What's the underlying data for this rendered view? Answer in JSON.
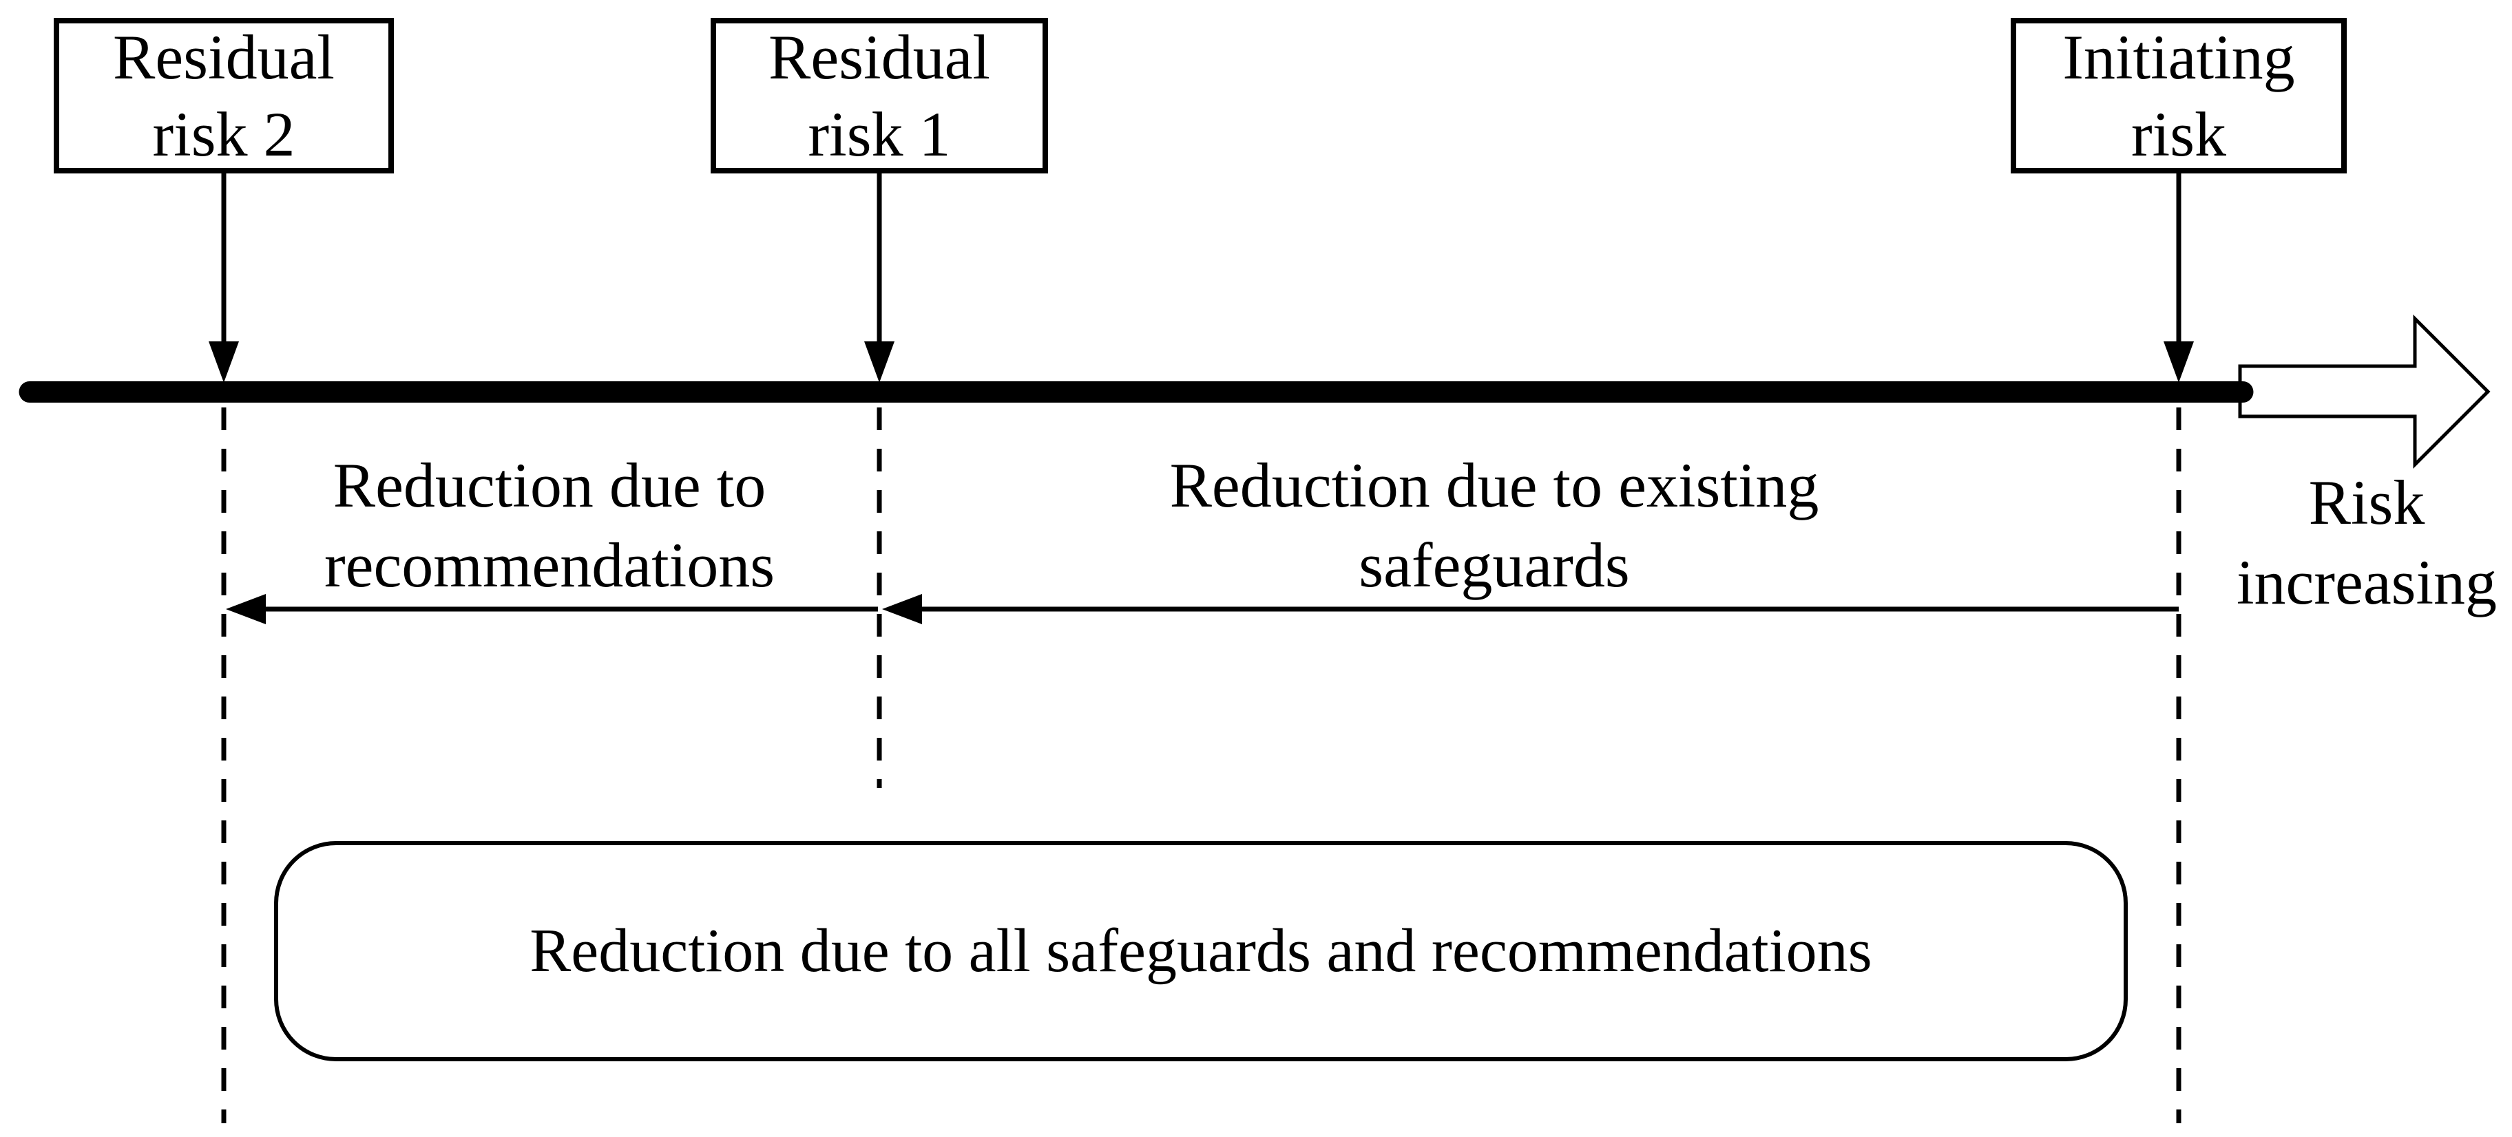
{
  "diagram": {
    "description": "Risk reduction timeline diagram",
    "nodes": {
      "residual_risk_2": "Residual\nrisk 2",
      "residual_risk_1": "Residual\nrisk 1",
      "initiating_risk": "Initiating\nrisk"
    },
    "labels": {
      "reduction_recommendations": "Reduction due to\nrecommendations",
      "reduction_existing_safeguards": "Reduction due to existing\nsafeguards",
      "risk_increasing": "Risk\nincreasing",
      "reduction_all": "Reduction due to all safeguards and recommendations"
    },
    "icons": [
      "risk-axis-line",
      "risk-increasing-block-arrow",
      "down-arrow",
      "left-arrow",
      "dashed-reference-line"
    ],
    "colors": {
      "ink": "#000000",
      "background": "#ffffff"
    }
  }
}
